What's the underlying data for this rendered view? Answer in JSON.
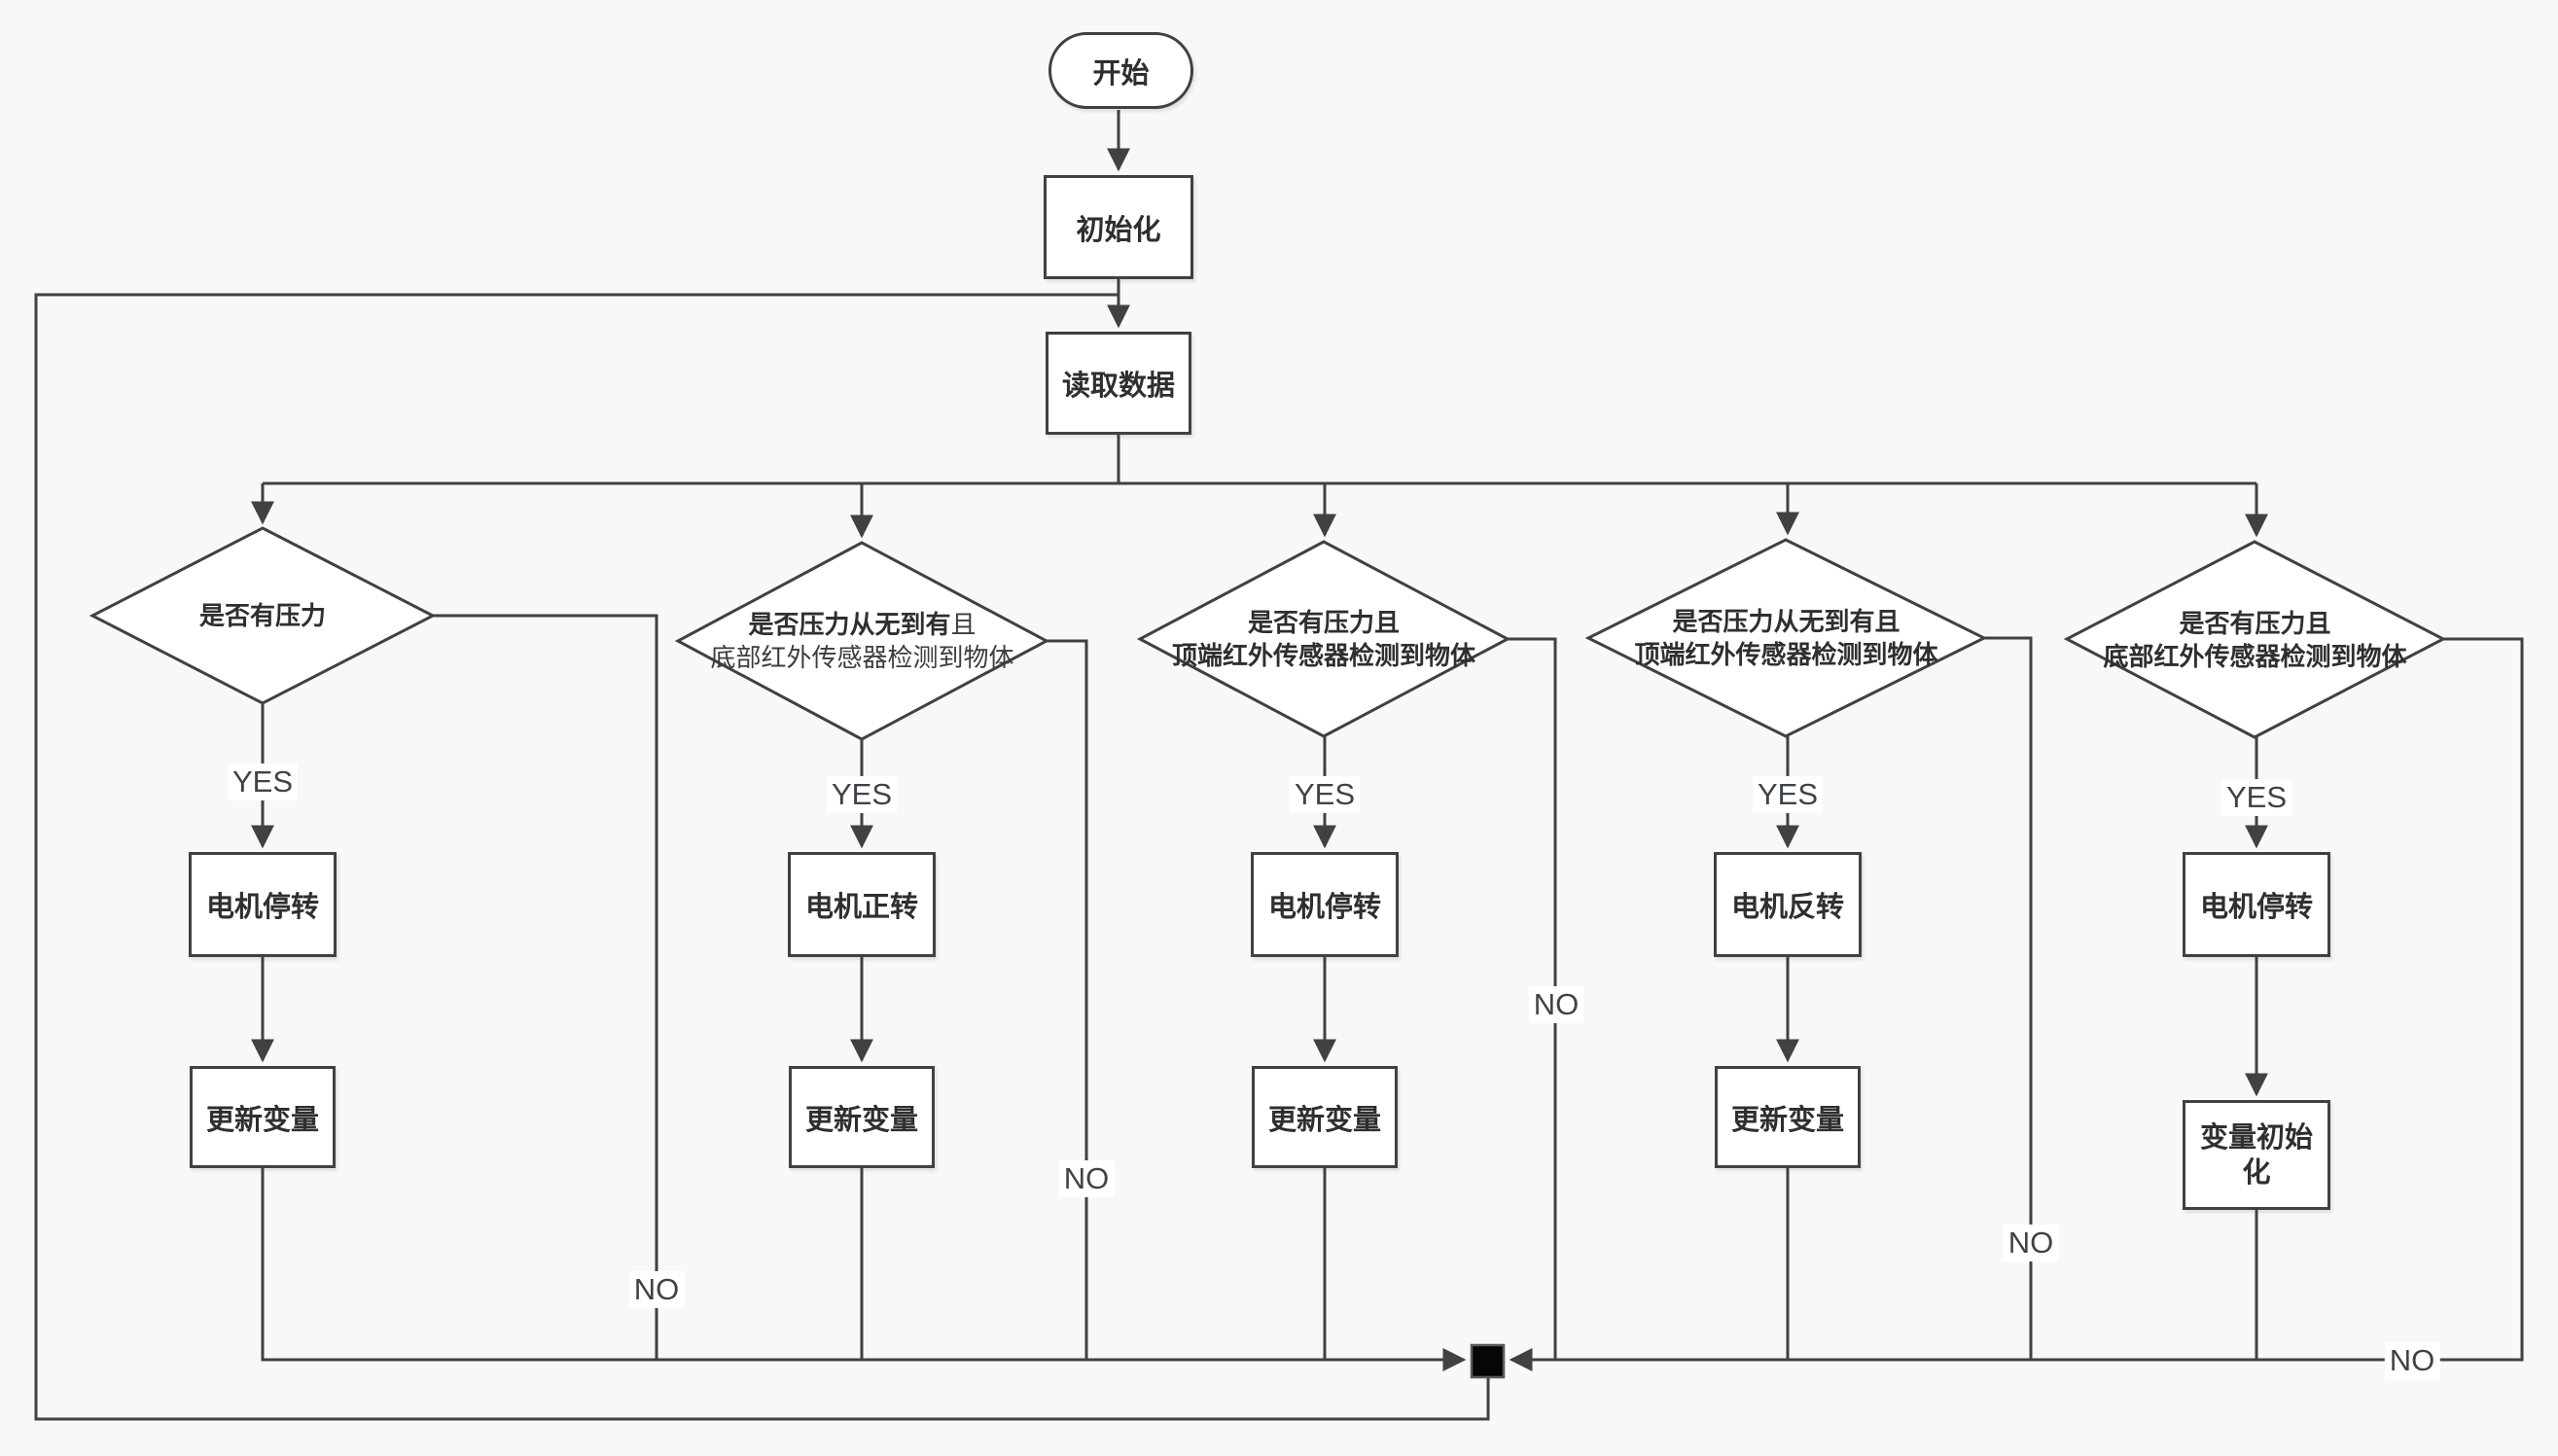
{
  "canvas": {
    "background": "#f8f8f8",
    "line_color": "#3f4142",
    "node_fill": "#ffffff",
    "text_color": "#2d2f31"
  },
  "nodes": {
    "start": {
      "label": "开始"
    },
    "init": {
      "label": "初始化"
    },
    "read": {
      "label": "读取数据"
    }
  },
  "decisions": [
    {
      "line1": "是否有压力"
    },
    {
      "line1_bold": "是否压力从无到有",
      "line1_rest": "且",
      "line2": "底部红外传感器检测到物体"
    },
    {
      "line1": "是否有压力且",
      "line2": "顶端红外传感器检测到物体"
    },
    {
      "line1": "是否压力从无到有且",
      "line2": "顶端红外传感器检测到物体"
    },
    {
      "line1": "是否有压力且",
      "line2": "底部红外传感器检测到物体"
    }
  ],
  "actions": [
    {
      "step1": "电机停转",
      "step2": "更新变量"
    },
    {
      "step1": "电机正转",
      "step2": "更新变量"
    },
    {
      "step1": "电机停转",
      "step2": "更新变量"
    },
    {
      "step1": "电机反转",
      "step2": "更新变量"
    },
    {
      "step1": "电机停转",
      "step2": "变量初始\n化"
    }
  ],
  "edge_labels": {
    "yes": "YES",
    "no": "NO"
  }
}
